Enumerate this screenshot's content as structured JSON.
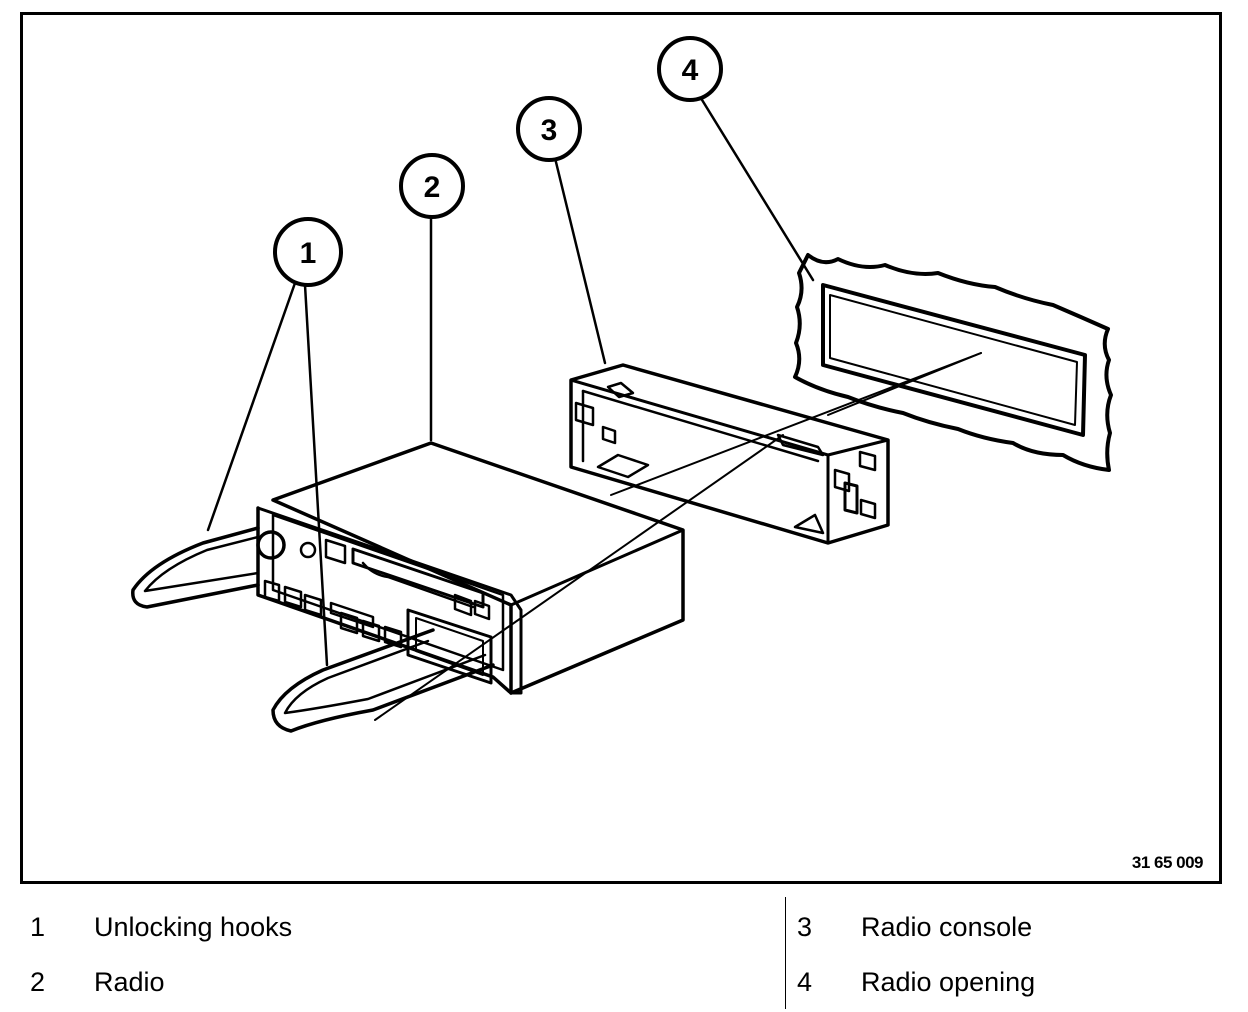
{
  "figure": {
    "number": "31 65 009",
    "callouts": [
      "1",
      "2",
      "3",
      "4"
    ]
  },
  "legend": [
    {
      "num": "1",
      "label": "Unlocking hooks"
    },
    {
      "num": "2",
      "label": "Radio"
    },
    {
      "num": "3",
      "label": "Radio console"
    },
    {
      "num": "4",
      "label": "Radio opening"
    }
  ]
}
